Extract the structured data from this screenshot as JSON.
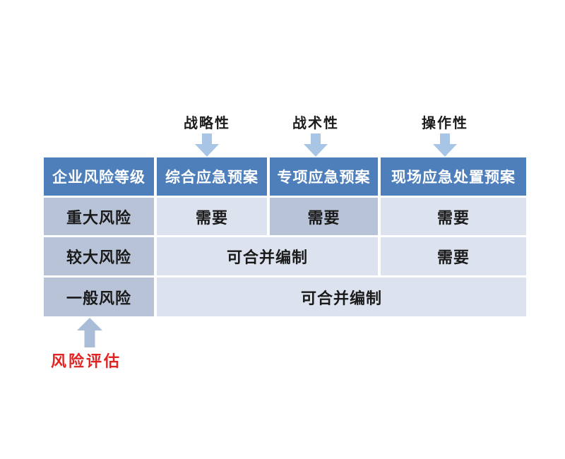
{
  "top_labels": [
    {
      "text": "战略性",
      "icon": "down-arrow-icon"
    },
    {
      "text": "战术性",
      "icon": "down-arrow-icon"
    },
    {
      "text": "操作性",
      "icon": "down-arrow-icon"
    }
  ],
  "table": {
    "header": [
      "企业风险等级",
      "综合应急预案",
      "专项应急预案",
      "现场应急处置预案"
    ],
    "rows": [
      {
        "label": "重大风险",
        "cells": [
          "需要",
          "需要",
          "需要"
        ]
      },
      {
        "label": "较大风险",
        "cells": [
          "可合并编制",
          "需要"
        ],
        "note": "first cell merged across columns 2-3"
      },
      {
        "label": "一般风险",
        "cells": [
          "可合并编制"
        ],
        "note": "cell merged across columns 2-4"
      }
    ],
    "highlighted_cell": "row 重大风险 / column 专项应急预案"
  },
  "caption": {
    "text": "风险评估",
    "icon": "up-arrow-icon"
  },
  "colors": {
    "header_bg": "#4e7fba",
    "header_text": "#ffffff",
    "row_label_bg": "#b8c3d8",
    "body_cell_bg": "#dde3ee",
    "highlight_cell_bg": "#b8c3d8",
    "down_arrow": "#a8c5e6",
    "up_arrow": "#a9bdd9",
    "caption_text": "#e02424",
    "body_text": "#1a1a1a"
  }
}
